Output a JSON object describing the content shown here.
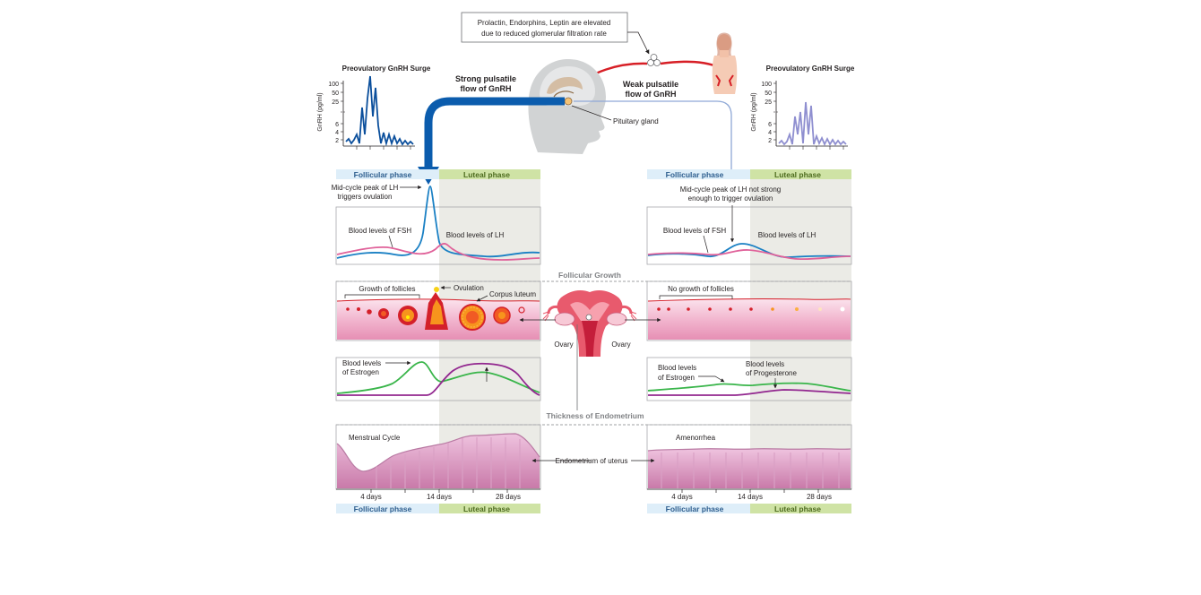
{
  "note": {
    "line1": "Prolactin, Endorphins, Leptin are elevated",
    "line2": "due to reduced glomerular filtration rate"
  },
  "gnrh_left": {
    "title": "Preovulatory  GnRH  Surge",
    "ylabel": "GnRH (pg/ml)",
    "ticks": [
      "100",
      "50",
      "25",
      "6",
      "4",
      "2"
    ]
  },
  "gnrh_right": {
    "title": "Preovulatory  GnRH  Surge",
    "ylabel": "GnRH (pg/ml)",
    "ticks": [
      "100",
      "50",
      "25",
      "6",
      "4",
      "2"
    ]
  },
  "brain": {
    "strong_line1": "Strong pulsatile",
    "strong_line2": "flow of GnRH",
    "weak_line1": "Weak pulsatile",
    "weak_line2": "flow of GnRH",
    "pituitary": "Pituitary gland"
  },
  "phases": {
    "follicular": "Follicular phase",
    "luteal": "Luteal phase"
  },
  "left": {
    "lh_peak_line1": "Mid-cycle peak of LH",
    "lh_peak_line2": "triggers ovulation",
    "fsh": "Blood levels of FSH",
    "lh": "Blood levels of LH",
    "growth": "Growth of follicles",
    "ovulation": "Ovulation",
    "corpus": "Corpus luteum",
    "estrogen_line1": "Blood levels",
    "estrogen_line2": "of Estrogen",
    "cycle": "Menstrual Cycle"
  },
  "right": {
    "lh_peak_line1": "Mid-cycle peak of LH not strong",
    "lh_peak_line2": "enough to trigger ovulation",
    "fsh": "Blood levels of FSH",
    "lh": "Blood levels of LH",
    "growth": "No growth of follicles",
    "estrogen_line1": "Blood levels",
    "estrogen_line2": "of Estrogen",
    "progesterone_line1": "Blood levels",
    "progesterone_line2": "of Progesterone",
    "cycle": "Amenorrhea"
  },
  "center": {
    "follicular_growth": "Follicular Growth",
    "ovary_left": "Ovary",
    "ovary_right": "Ovary",
    "thickness": "Thickness of Endometrium",
    "endometrium": "Endometrium of uterus"
  },
  "days": {
    "d4": "4 days",
    "d14": "14 days",
    "d28": "28 days"
  },
  "colors": {
    "fsh": "#e0629a",
    "lh": "#1a80c4",
    "estrogen": "#39b54a",
    "progesterone": "#92278f",
    "strong_arrow": "#0b5cad",
    "weak_arrow": "#8fa8d6",
    "follicular_band": "#deeef9",
    "luteal_band": "#cfe3a5",
    "luteal_shade": "#ebebe6",
    "endometrium": "#e6aed0",
    "ovary_tissue": "#f2b6cf",
    "follicle": "#d4202a",
    "gnrh_left": "#0b4f9c",
    "gnrh_right": "#8f8fd0"
  }
}
